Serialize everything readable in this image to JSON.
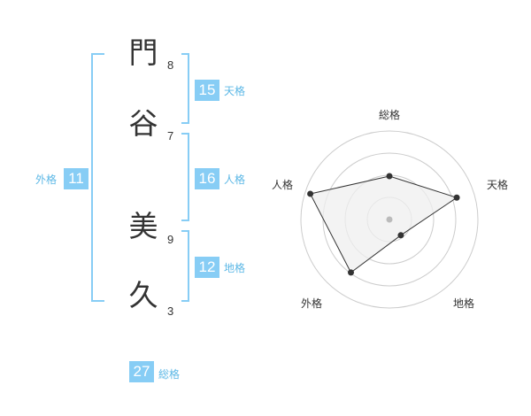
{
  "name_chars": [
    {
      "char": "門",
      "strokes": "8"
    },
    {
      "char": "谷",
      "strokes": "7"
    },
    {
      "char": "美",
      "strokes": "9"
    },
    {
      "char": "久",
      "strokes": "3"
    }
  ],
  "badges": {
    "tenkaku": {
      "value": "15",
      "label": "天格"
    },
    "jinkaku": {
      "value": "16",
      "label": "人格"
    },
    "chikaku": {
      "value": "12",
      "label": "地格"
    },
    "gaikaku": {
      "value": "11",
      "label": "外格"
    },
    "soukaku": {
      "value": "27",
      "label": "総格"
    }
  },
  "chart_data": {
    "type": "radar",
    "axes": [
      "総格",
      "天格",
      "地格",
      "外格",
      "人格"
    ],
    "values": [
      0.49,
      0.8,
      0.22,
      0.74,
      0.94
    ],
    "range": [
      0,
      1
    ],
    "rings": 4,
    "colors": {
      "fill": "#efefef",
      "line": "#333333",
      "ring": "#cccccc",
      "point": "#333333",
      "center": "#bbbbbb"
    }
  },
  "colors": {
    "accent": "#87cdf5",
    "bracket": "#87cdf5",
    "label": "#5db8e6"
  }
}
